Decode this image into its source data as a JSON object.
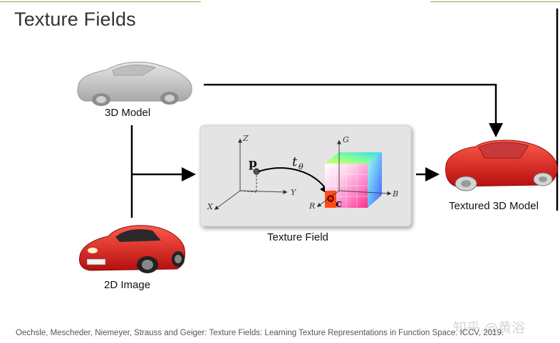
{
  "slide": {
    "title": "Texture Fields",
    "labels": {
      "model_3d": "3D Model",
      "image_2d": "2D Image",
      "texture_field": "Texture Field",
      "textured_model": "Textured 3D Model"
    },
    "axes": {
      "x": "X",
      "y": "Y",
      "z": "Z",
      "r": "R",
      "g": "G",
      "b": "B"
    },
    "symbols": {
      "point": "p",
      "color": "c",
      "function_base": "t",
      "function_sub": "θ"
    },
    "citation": "Oechsle, Mescheder, Niemeyer, Strauss and Geiger: Texture Fields: Learning Texture Representations in Function Space. ICCV, 2019.",
    "watermark": "知乎 @黄浴"
  },
  "colors": {
    "accent_line": "#9aa24a",
    "car_gray": "#c9c9c9",
    "car_red": "#d81e1e",
    "panel_bg": "#e6e6e6"
  }
}
